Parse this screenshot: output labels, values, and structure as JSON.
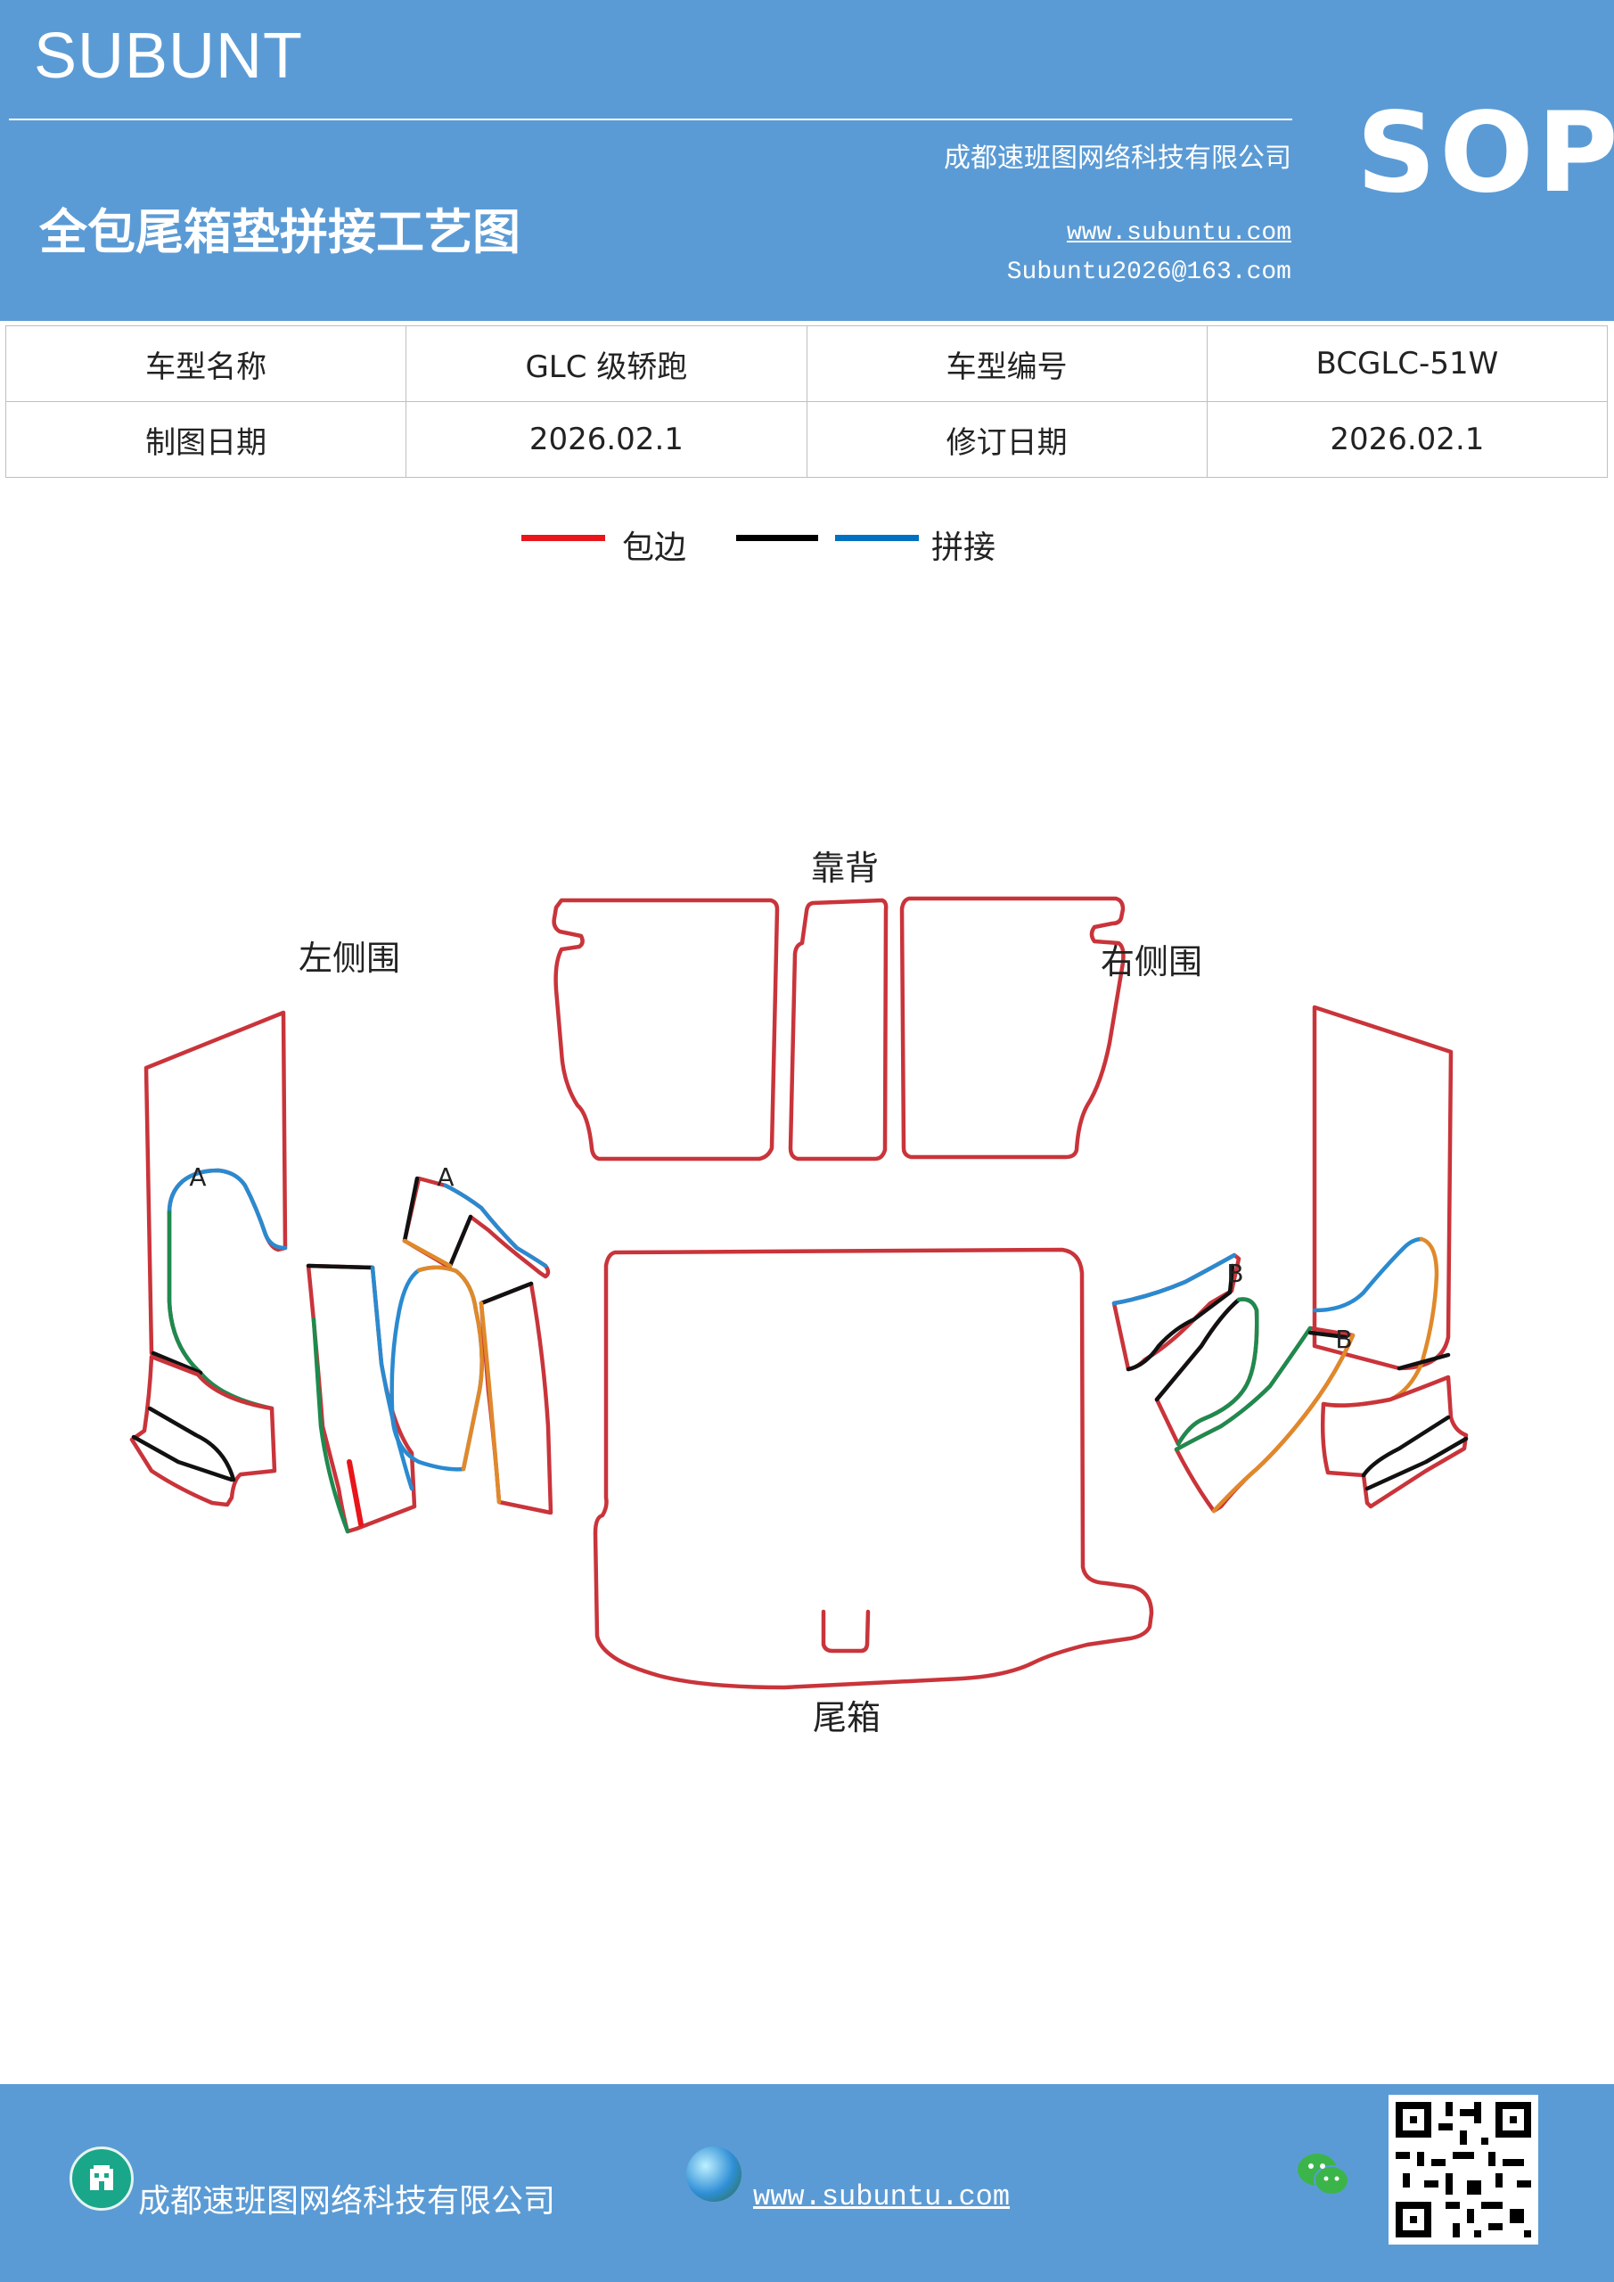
{
  "header": {
    "brand": "SUBUNT",
    "company": "成都速班图网络科技有限公司",
    "badge": "SOP",
    "title": "全包尾箱垫拼接工艺图",
    "website": "www.subuntu.com",
    "email": "Subuntu2026@163.com"
  },
  "info_table": {
    "rows": [
      [
        "车型名称",
        "GLC 级轿跑",
        "车型编号",
        "BCGLC-51W"
      ],
      [
        "制图日期",
        "2026.02.1",
        "修订日期",
        "2026.02.1"
      ]
    ]
  },
  "legend": {
    "items": [
      {
        "label": "包边",
        "colors": [
          "#e8151b"
        ]
      },
      {
        "label": "拼接",
        "colors": [
          "#000000",
          "#0070c0"
        ]
      }
    ]
  },
  "diagram": {
    "labels": {
      "left_side": "左侧围",
      "backrest": "靠背",
      "right_side": "右侧围",
      "trunk": "尾箱",
      "mark_a": "A",
      "mark_b": "B"
    },
    "colors": {
      "edge": "#c9343a",
      "splice_black": "#111111",
      "splice_blue": "#2a8ad0",
      "green": "#1e8a4e",
      "orange": "#e0892a"
    }
  },
  "footer": {
    "company": "成都速班图网络科技有限公司",
    "website": "www.subuntu.com"
  },
  "icons": [
    "building-icon",
    "globe-icon",
    "wechat-icon",
    "qr-code"
  ]
}
